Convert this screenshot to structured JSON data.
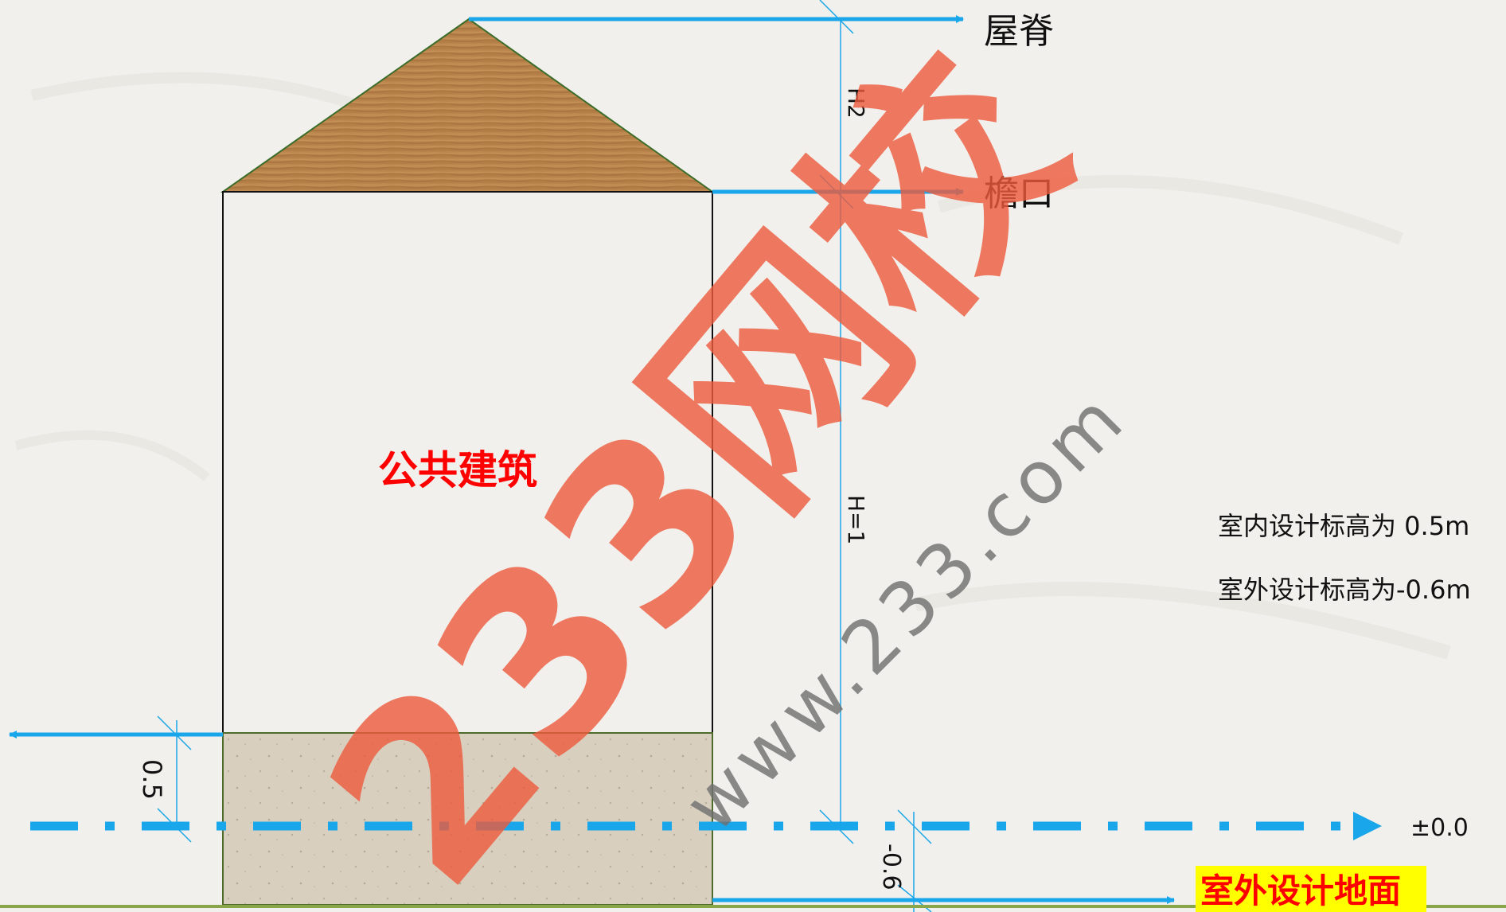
{
  "labels": {
    "ridge": "屋脊",
    "eave": "檐口",
    "h2": "H2",
    "h1": "H=1",
    "building": "公共建筑",
    "indoor_level": "0.5",
    "outdoor_level": "-0.6",
    "zero_level": "±0.0",
    "outdoor_ground": "室外设计地面"
  },
  "notes": {
    "indoor": "室内设计标高为 0.5m",
    "outdoor": "室外设计标高为-0.6m"
  },
  "watermark": {
    "text": "233网校",
    "url": "www.233.com"
  },
  "colors": {
    "dimension": "#1aa6ea",
    "title_red": "#ff0000",
    "highlight_yellow": "#ffff00",
    "highlight_text": "#ff0000",
    "roof": "#b7824a",
    "plinth": "#d6cdbd",
    "watermark": "#ee5a3c",
    "watermark_url": "#6f6f6f"
  }
}
